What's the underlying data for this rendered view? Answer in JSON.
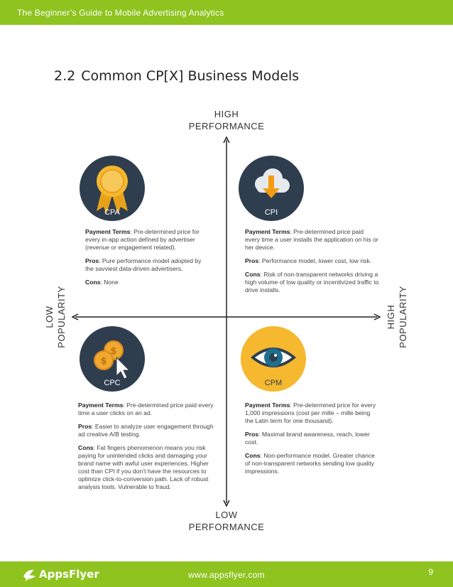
{
  "header": {
    "text": "The Beginner’s Guide to Mobile Advertising Analytics"
  },
  "section": {
    "number": "2.2",
    "title": "Common CP[X] Business Models"
  },
  "axes": {
    "top_line1": "HIGH",
    "top_line2": "PERFORMANCE",
    "bottom_line1": "LOW",
    "bottom_line2": "PERFORMANCE",
    "left_line1": "LOW",
    "left_line2": "POPULARITY",
    "right_line1": "HIGH",
    "right_line2": "POPULARITY"
  },
  "colors": {
    "brand_green": "#8fc31f",
    "icon_navy": "#2f3e4e",
    "cpa_gold": "#f5b82e",
    "cpi_cloud": "#e6eaee",
    "cpi_arrow": "#f39c12",
    "cpc_coin": "#f0a830",
    "cpm_eye": "#1e6f8f"
  },
  "quadrants": {
    "cpa": {
      "label": "CPA",
      "icon": "award-ribbon-icon",
      "payment_key": "Payment Terms",
      "payment_val": ": Pre-determined price for every in-app action defined by advertiser (revenue or engagement related).",
      "pros_key": "Pros",
      "pros_val": ": Pure performance model adopted by the savviest data-driven advertisers.",
      "cons_key": "Cons",
      "cons_val": ": None"
    },
    "cpi": {
      "label": "CPI",
      "icon": "cloud-download-icon",
      "payment_key": "Payment Terms",
      "payment_val": ": Pre-determined price paid every time a user installs the application on his or her device.",
      "pros_key": "Pros",
      "pros_val": ": Performance model, lower cost, low risk.",
      "cons_key": "Cons",
      "cons_val": ": Risk of non-transparent networks driving a high volume of low quality or incentivized traffic to drive installs."
    },
    "cpc": {
      "label": "CPC",
      "icon": "coins-cursor-icon",
      "payment_key": "Payment Terms",
      "payment_val": ": Pre-determined price paid every time a user clicks on an ad.",
      "pros_key": "Pros",
      "pros_val": ": Easier to analyze user engagement through ad creative A/B testing.",
      "cons_key": "Cons",
      "cons_val": ": Fat fingers phenomenon means you risk paying for unintended clicks and damaging your brand name with awful user experiences. Higher cost than CPI if you don’t have the resources to optimize click-to-conversion path. Lack of robust analysis tools. Vulnerable to fraud."
    },
    "cpm": {
      "label": "CPM",
      "icon": "eye-icon",
      "payment_key": "Payment Terms",
      "payment_val": ": Pre-determined price for every 1,000 impressions (cost per mille – mille being the Latin term for one thousand).",
      "pros_key": "Pros",
      "pros_val": ": Maximal brand awareness, reach, lower cost.",
      "cons_key": "Cons",
      "cons_val": ": Non-performance model. Greater chance of non-transparent networks sending low quality impressions."
    }
  },
  "footer": {
    "logo_text": "AppsFlyer",
    "logo_icon": "appsflyer-bird-icon",
    "url": "www.appsflyer.com",
    "page": "9"
  }
}
